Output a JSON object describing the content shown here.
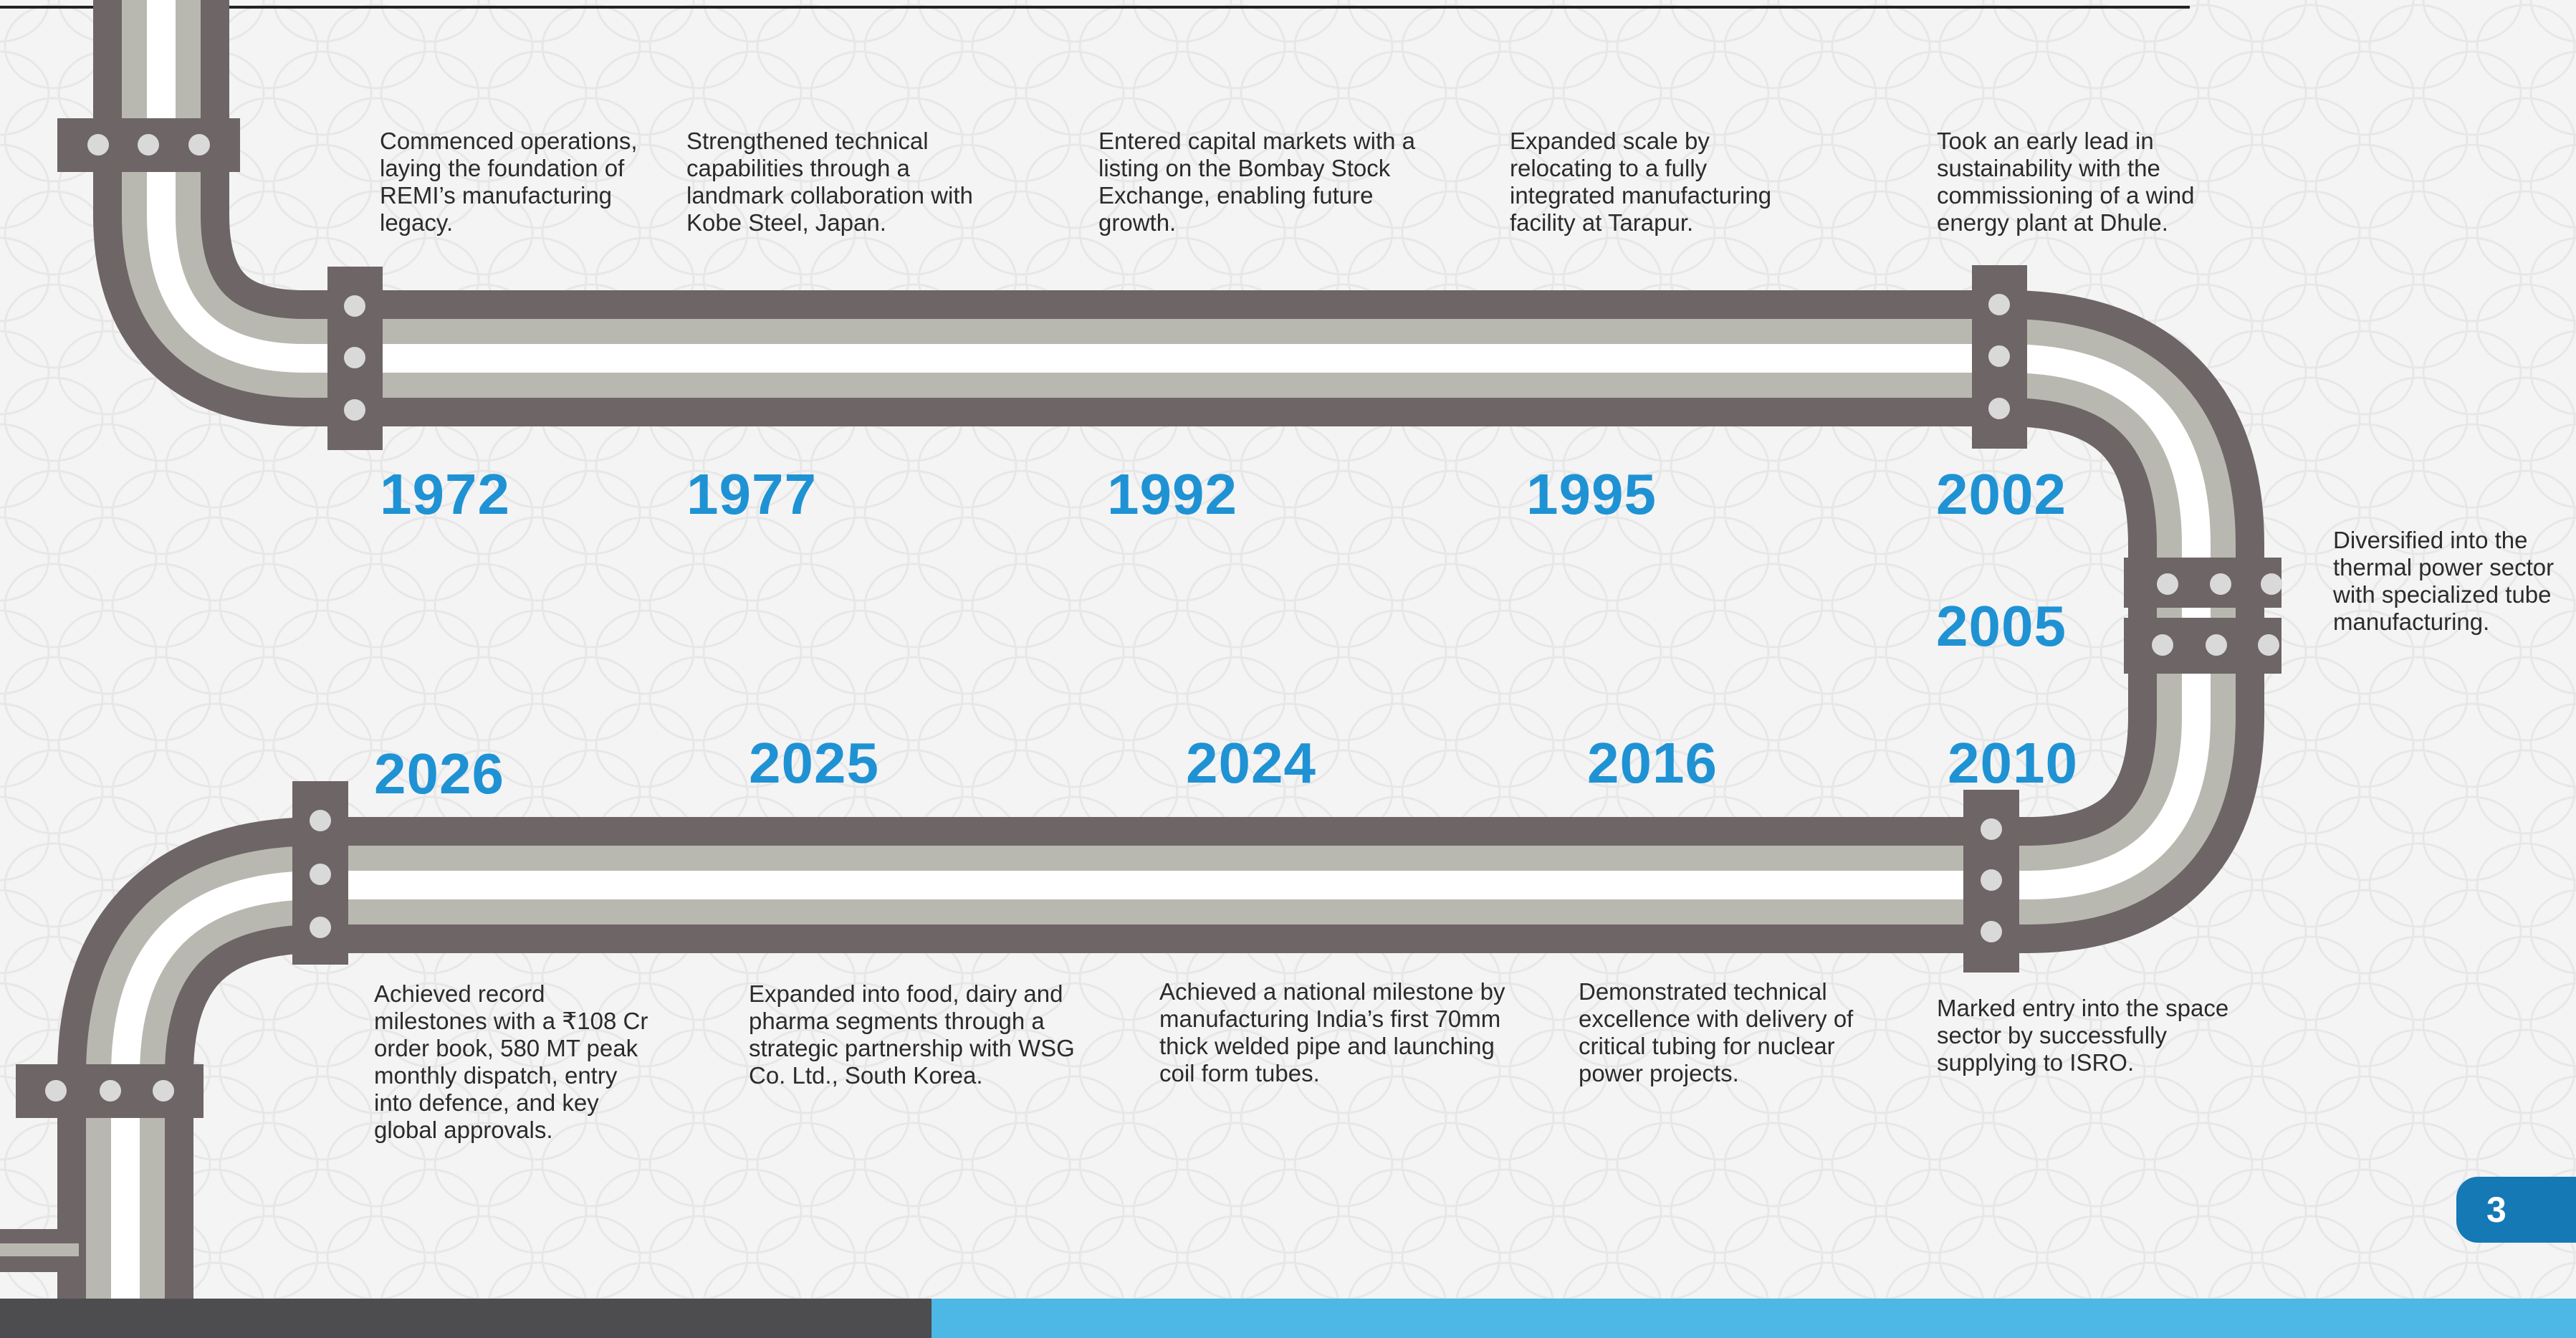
{
  "colors": {
    "background": "#f4f4f4",
    "pipe_outer": "#6d6566",
    "pipe_light": "#b9b8b0",
    "pipe_core": "#ffffff",
    "flange": "#6d6566",
    "bolt": "#d9d9d9",
    "year_text": "#1f92d4",
    "page_tab": "#1479b5",
    "footer_dark": "#4d4d4f",
    "footer_blue": "#4db7e6"
  },
  "timeline": {
    "milestones": [
      {
        "year": "1972",
        "text": "Commenced operations, laying the foundation of REMI’s manufacturing legacy."
      },
      {
        "year": "1977",
        "text": "Strengthened technical capabilities through a landmark collaboration with Kobe Steel, Japan."
      },
      {
        "year": "1992",
        "text": "Entered capital markets with a listing on the Bombay Stock Exchange, enabling future growth."
      },
      {
        "year": "1995",
        "text": "Expanded scale by relocating to a fully integrated manufacturing facility at Tarapur."
      },
      {
        "year": "2002",
        "text": "Took an early lead in sustainability with the commissioning of a wind energy plant at Dhule."
      },
      {
        "year": "2005",
        "text": "Diversified into the thermal power sector with specialized tube manufacturing."
      },
      {
        "year": "2010",
        "text": "Marked entry into the space sector by successfully supplying to ISRO."
      },
      {
        "year": "2016",
        "text": "Demonstrated technical excellence with delivery of critical tubing for nuclear power projects."
      },
      {
        "year": "2024",
        "text": "Achieved a national milestone by manufacturing India’s first 70mm thick welded pipe and launching coil form tubes."
      },
      {
        "year": "2025",
        "text": "Expanded into food, dairy and pharma segments through a strategic partnership with WSG Co. Ltd., South Korea."
      },
      {
        "year": "2026",
        "text": "Achieved record milestones with a ₹108 Cr order book, 580 MT peak monthly dispatch, entry into defence, and key global approvals."
      }
    ]
  },
  "page": {
    "number": "3"
  }
}
